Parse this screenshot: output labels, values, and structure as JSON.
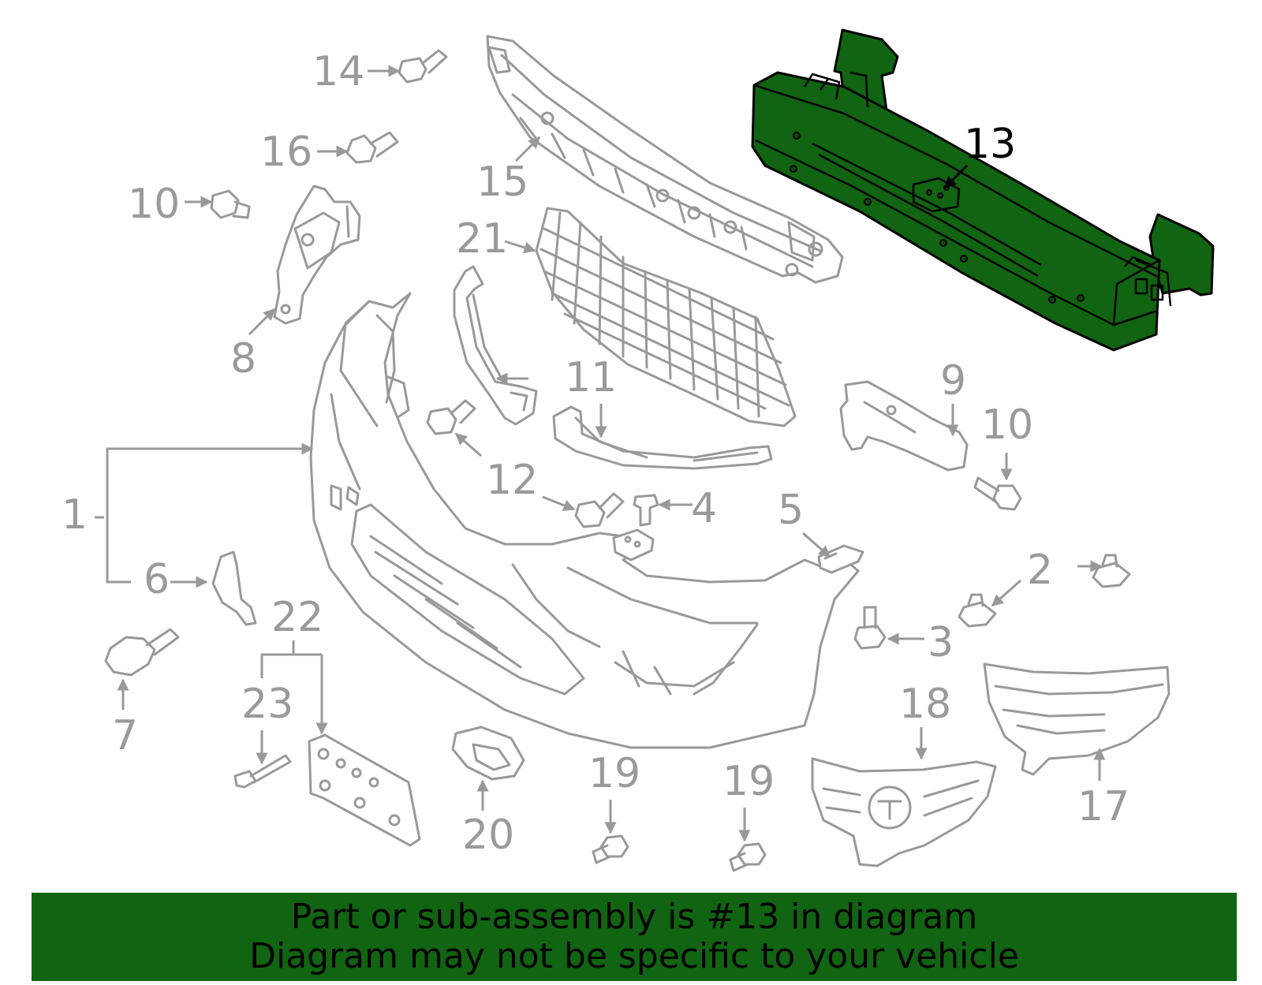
{
  "diagram": {
    "highlight_color": "#116411",
    "callouts": {
      "c1": "1",
      "c2": "2",
      "c3": "3",
      "c4": "4",
      "c5": "5",
      "c6": "6",
      "c7": "7",
      "c8": "8",
      "c9": "9",
      "c10a": "10",
      "c10b": "10",
      "c11": "11",
      "c12": "12",
      "c13": "13",
      "c14": "14",
      "c15": "15",
      "c16": "16",
      "c17": "17",
      "c18": "18",
      "c19a": "19",
      "c19b": "19",
      "c20": "20",
      "c21": "21",
      "c22": "22",
      "c23": "23"
    }
  },
  "banner": {
    "line1": "Part or sub-assembly is #13 in diagram",
    "line2": "Diagram may not be specific to your vehicle",
    "background": "#116411"
  }
}
